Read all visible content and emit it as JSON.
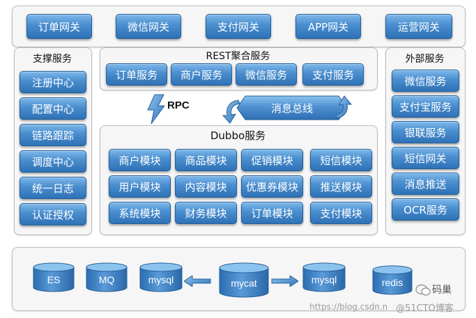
{
  "gateways": [
    "订单网关",
    "微信网关",
    "支付网关",
    "APP网关",
    "运营网关"
  ],
  "support": {
    "title": "支撑服务",
    "items": [
      "注册中心",
      "配置中心",
      "链路跟踪",
      "调度中心",
      "统一日志",
      "认证授权"
    ]
  },
  "rest": {
    "title": "REST聚合服务",
    "items": [
      "订单服务",
      "商户服务",
      "微信服务",
      "支付服务"
    ]
  },
  "rpc_label": "RPC",
  "bus_label": "消息总线",
  "dubbo": {
    "title": "Dubbo服务",
    "rows": [
      [
        "商户模块",
        "商品模块",
        "促销模块",
        "短信模块"
      ],
      [
        "用户模块",
        "内容模块",
        "优惠券模块",
        "推送模块"
      ],
      [
        "系统模块",
        "财务模块",
        "订单模块",
        "支付模块"
      ]
    ]
  },
  "external": {
    "title": "外部服务",
    "items": [
      "微信服务",
      "支付宝服务",
      "银联服务",
      "短信网关",
      "消息推送",
      "OCR服务"
    ]
  },
  "storage": [
    "ES",
    "MQ",
    "mysql",
    "mycat",
    "mysql",
    "redis"
  ],
  "watermark": {
    "brand": "码巢",
    "url": "https://blog.csdn.n",
    "site": "@51CTO博客"
  }
}
